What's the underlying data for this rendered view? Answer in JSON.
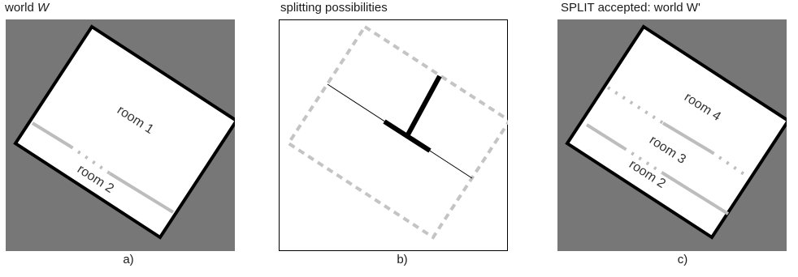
{
  "colors": {
    "world_background": "#777777",
    "room_fill": "#ffffff",
    "wall": "#000000",
    "split_wall": "#bdbdbd",
    "split_outline": "#c4c4c4",
    "text": "#333333"
  },
  "panels": [
    {
      "title_prefix": "world ",
      "title_var": "W",
      "label": "a)",
      "rooms": [
        "room 1",
        "room 2"
      ]
    },
    {
      "title": "splitting possibilities",
      "label": "b)"
    },
    {
      "title": "SPLIT accepted: world W'",
      "label": "c)",
      "rooms": [
        "room 4",
        "room 3",
        "room 2"
      ]
    }
  ]
}
